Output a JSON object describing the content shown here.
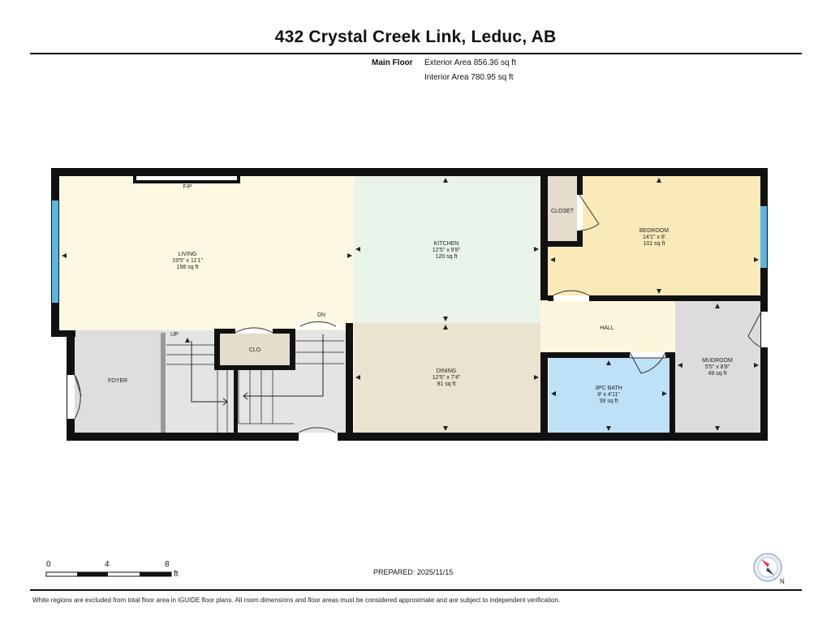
{
  "header": {
    "title": "432 Crystal Creek Link, Leduc, AB",
    "floor_name": "Main Floor",
    "exterior_area": "Exterior Area 856.36 sq ft",
    "interior_area": "Interior Area 780.95 sq ft"
  },
  "rooms": {
    "living": {
      "name": "LIVING",
      "dims": "19'5\" x 11'1\"",
      "area": "198 sq ft"
    },
    "kitchen": {
      "name": "KITCHEN",
      "dims": "12'5\" x 9'8\"",
      "area": "120 sq ft"
    },
    "bedroom": {
      "name": "BEDROOM",
      "dims": "14'1\" x 8'",
      "area": "101 sq ft"
    },
    "closet": {
      "name": "CLOSET"
    },
    "hall": {
      "name": "HALL"
    },
    "mudroom": {
      "name": "MUDROOM",
      "dims": "5'5\" x 8'8\"",
      "area": "49 sq ft"
    },
    "dining": {
      "name": "DINING",
      "dims": "12'5\" x 7'4\"",
      "area": "91 sq ft"
    },
    "bath": {
      "name": "3PC BATH",
      "dims": "8' x 4'11\"",
      "area": "39 sq ft"
    },
    "foyer": {
      "name": "FOYER"
    },
    "clo": {
      "name": "CLO"
    }
  },
  "annotations": {
    "fireplace": "F/P",
    "stairs_up": "UP",
    "stairs_down": "DN"
  },
  "colors": {
    "living": "#fdf8e2",
    "kitchen": "#e8f4ea",
    "bedroom": "#faeab8",
    "closet": "#e6dccd",
    "hall": "#fdf6dc",
    "mudroom": "#dcdcdc",
    "dining": "#ece2d0",
    "bath": "#bfe1f7",
    "foyer": "#dedede",
    "stairs": "#e4e4e4",
    "wall": "#111111",
    "window": "#5ab6e2"
  },
  "scale": {
    "ticks": [
      "0",
      "4",
      "8"
    ],
    "unit": "ft"
  },
  "footer": {
    "prepared": "PREPARED: 2025/11/15",
    "disclaimer": "White regions are excluded from total floor area in iGUIDE floor plans. All room dimensions and floor areas must be considered approximate and are subject to independent verification."
  },
  "compass": {
    "direction_label": "N"
  }
}
